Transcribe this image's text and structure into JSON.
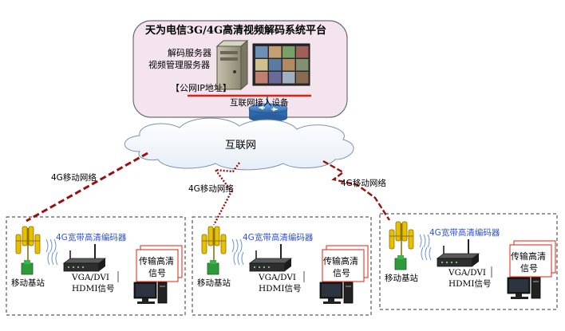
{
  "platform": {
    "title": "天为电信3G/4G高清视频解码系统平台",
    "decode_server": "解码服务器",
    "video_mgmt_server": "视频管理服务器",
    "public_ip": "【公网IP地址】",
    "internet_access_device": "互联网接入设备"
  },
  "cloud": {
    "label": "互联网"
  },
  "links": {
    "mobile_network": "4G移动网络"
  },
  "sites": [
    {
      "encoder": "4G宽带高清编码器",
      "base_station": "移动基站",
      "video_input_1": "VGA/DVI",
      "video_input_2": "HDMI信号",
      "transmit_line_1": "传输高清",
      "transmit_line_2": "信号"
    },
    {
      "encoder": "4G宽带高清编码器",
      "base_station": "移动基站",
      "video_input_1": "VGA/DVI",
      "video_input_2": "HDMI信号",
      "transmit_line_1": "传输高清",
      "transmit_line_2": "信号"
    },
    {
      "encoder": "4G宽带高清编码器",
      "base_station": "移动基站",
      "video_input_1": "VGA/DVI",
      "video_input_2": "HDMI信号",
      "transmit_line_1": "传输高清",
      "transmit_line_2": "信号"
    }
  ],
  "colors": {
    "platform_bg": "#f3e4ee",
    "accent_red": "#e02010",
    "link_red": "#9a1010",
    "encoder_text": "#2f52d8",
    "router_blue": "#3a7fc4",
    "antenna_yellow": "#e8c000"
  }
}
